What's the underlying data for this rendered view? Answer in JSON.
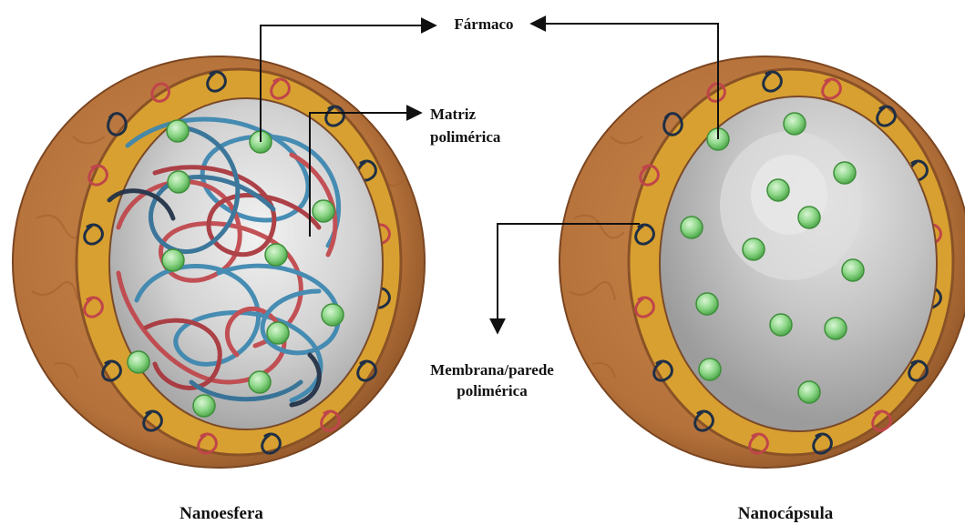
{
  "labels": {
    "drug": "Fármaco",
    "matrix_line1": "Matriz",
    "matrix_line2": "polimérica",
    "membrane_line1": "Membrana/parede",
    "membrane_line2": "polimérica"
  },
  "captions": {
    "left": "Nanoesfera",
    "right": "Nanocápsula"
  },
  "colors": {
    "outer_shell": "#b8743c",
    "outer_shell_dark": "#8a5226",
    "membrane_band": "#d8a030",
    "core_gray": "#c8c8c8",
    "core_light": "#e6e6e6",
    "polymer_blue": "#3a86b0",
    "polymer_red": "#c0454a",
    "polymer_dark": "#1f2f45",
    "drug_green": "#8fd88a",
    "drug_green_dark": "#4ea84a",
    "arrow": "#111111"
  }
}
